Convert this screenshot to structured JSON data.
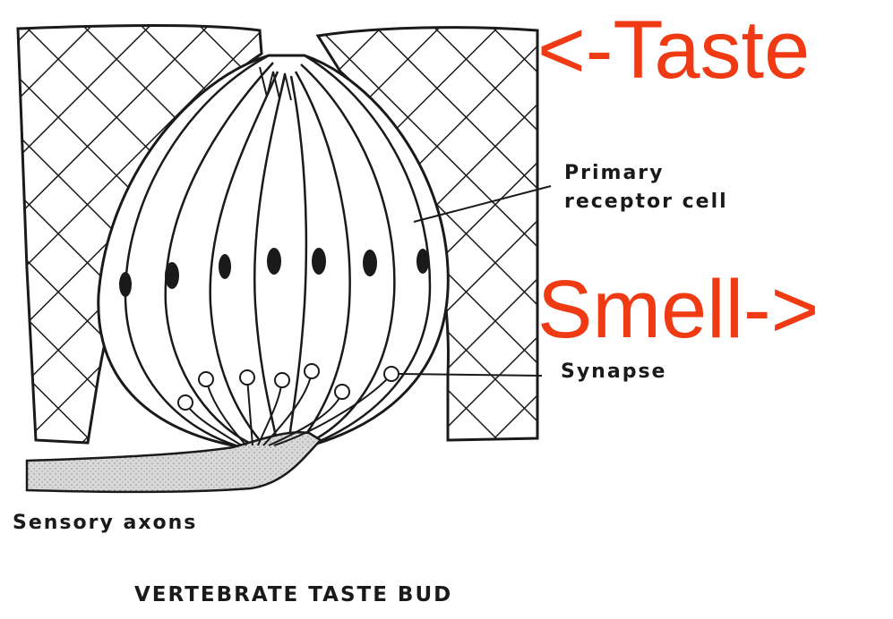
{
  "labels": {
    "primary_line1": "Primary",
    "primary_line2": "receptor cell",
    "synapse": "Synapse",
    "axons": "Sensory axons",
    "title": "VERTEBRATE TASTE BUD"
  },
  "overlay": {
    "taste": "<-Taste",
    "smell": "Smell->",
    "color": "#f03a14"
  },
  "colors": {
    "ink": "#1a1a1a",
    "axon_fill": "#d9d9d9"
  },
  "icons": {
    "epithelium": "crosshatch-pattern",
    "nuclei": "filled-ellipse",
    "synapse": "hollow-circle"
  }
}
